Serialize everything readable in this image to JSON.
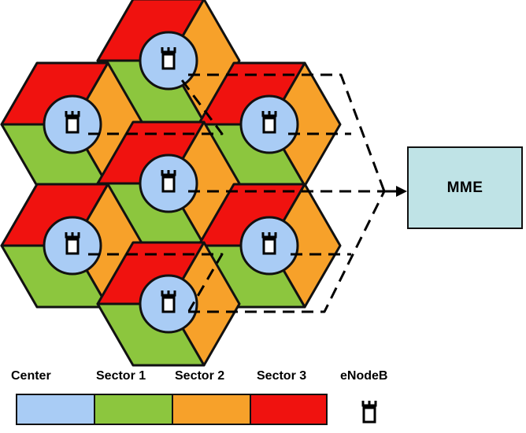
{
  "diagram": {
    "mme_label": "MME",
    "colors": {
      "center": "#a9ccf5",
      "sector1": "#8cc63e",
      "sector2": "#f7a12a",
      "sector3": "#f0120f",
      "outline": "#111111",
      "mme_fill": "#bfe3e6"
    },
    "cells": [
      {
        "id": "cell-top"
      },
      {
        "id": "cell-upper-left"
      },
      {
        "id": "cell-upper-right"
      },
      {
        "id": "cell-center"
      },
      {
        "id": "cell-lower-left"
      },
      {
        "id": "cell-lower-right"
      },
      {
        "id": "cell-bottom"
      }
    ],
    "connection_style": "dashed"
  },
  "legend": {
    "items": [
      {
        "label": "Center",
        "color_key": "center"
      },
      {
        "label": "Sector 1",
        "color_key": "sector1"
      },
      {
        "label": "Sector 2",
        "color_key": "sector2"
      },
      {
        "label": "Sector 3",
        "color_key": "sector3"
      }
    ],
    "enodeb_label": "eNodeB",
    "enodeb_icon": "enodeb-tower-icon"
  }
}
